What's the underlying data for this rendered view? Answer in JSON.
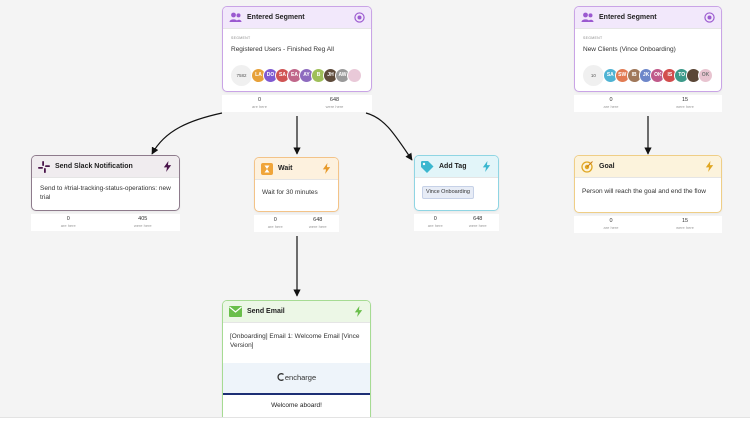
{
  "colors": {
    "purple": "#9b59d0",
    "orange": "#e79a2a",
    "teal": "#3bb7cf",
    "gold": "#e0a723",
    "green": "#6abf4b",
    "slack": "#4a154b"
  },
  "nodes": {
    "segment1": {
      "title": "Entered Segment",
      "icon": "users-icon",
      "label": "SEGMENT",
      "name": "Registered Users - Finished Reg All",
      "count": "7582",
      "avatars": [
        "LA",
        "DO",
        "SA",
        "EA",
        "AY",
        "B",
        "JH",
        "AW",
        ""
      ],
      "stats": {
        "here": "0",
        "here_label": "are here",
        "were": "648",
        "were_label": "were here"
      }
    },
    "segment2": {
      "title": "Entered Segment",
      "icon": "users-icon",
      "label": "SEGMENT",
      "name": "New Clients (Vince Onboarding)",
      "count": "10",
      "avatars": [
        "SA",
        "SW",
        "IB",
        "JK",
        "OK",
        "IS",
        "TO",
        "",
        "OK"
      ],
      "stats": {
        "here": "0",
        "here_label": "are here",
        "were": "15",
        "were_label": "were here"
      }
    },
    "slack": {
      "title": "Send Slack Notification",
      "icon": "slack-icon",
      "body": "Send to #trial-tracking-status-operations: new trial",
      "stats": {
        "here": "0",
        "here_label": "are here",
        "were": "405",
        "were_label": "were here"
      }
    },
    "wait": {
      "title": "Wait",
      "icon": "hourglass-icon",
      "body": "Wait for 30 minutes",
      "stats": {
        "here": "0",
        "here_label": "are here",
        "were": "648",
        "were_label": "were here"
      }
    },
    "addtag": {
      "title": "Add Tag",
      "icon": "tag-icon",
      "tag": "Vince Onboarding",
      "stats": {
        "here": "0",
        "here_label": "are here",
        "were": "648",
        "were_label": "were here"
      }
    },
    "goal": {
      "title": "Goal",
      "icon": "goal-icon",
      "body": "Person will reach the goal and end the flow",
      "stats": {
        "here": "0",
        "here_label": "are here",
        "were": "15",
        "were_label": "were here"
      }
    },
    "email": {
      "title": "Send Email",
      "icon": "mail-icon",
      "body": "[Onboarding] Email 1: Welcome Email [Vince Version]",
      "logo": "encharge",
      "welcome": "Welcome aboard!"
    }
  }
}
